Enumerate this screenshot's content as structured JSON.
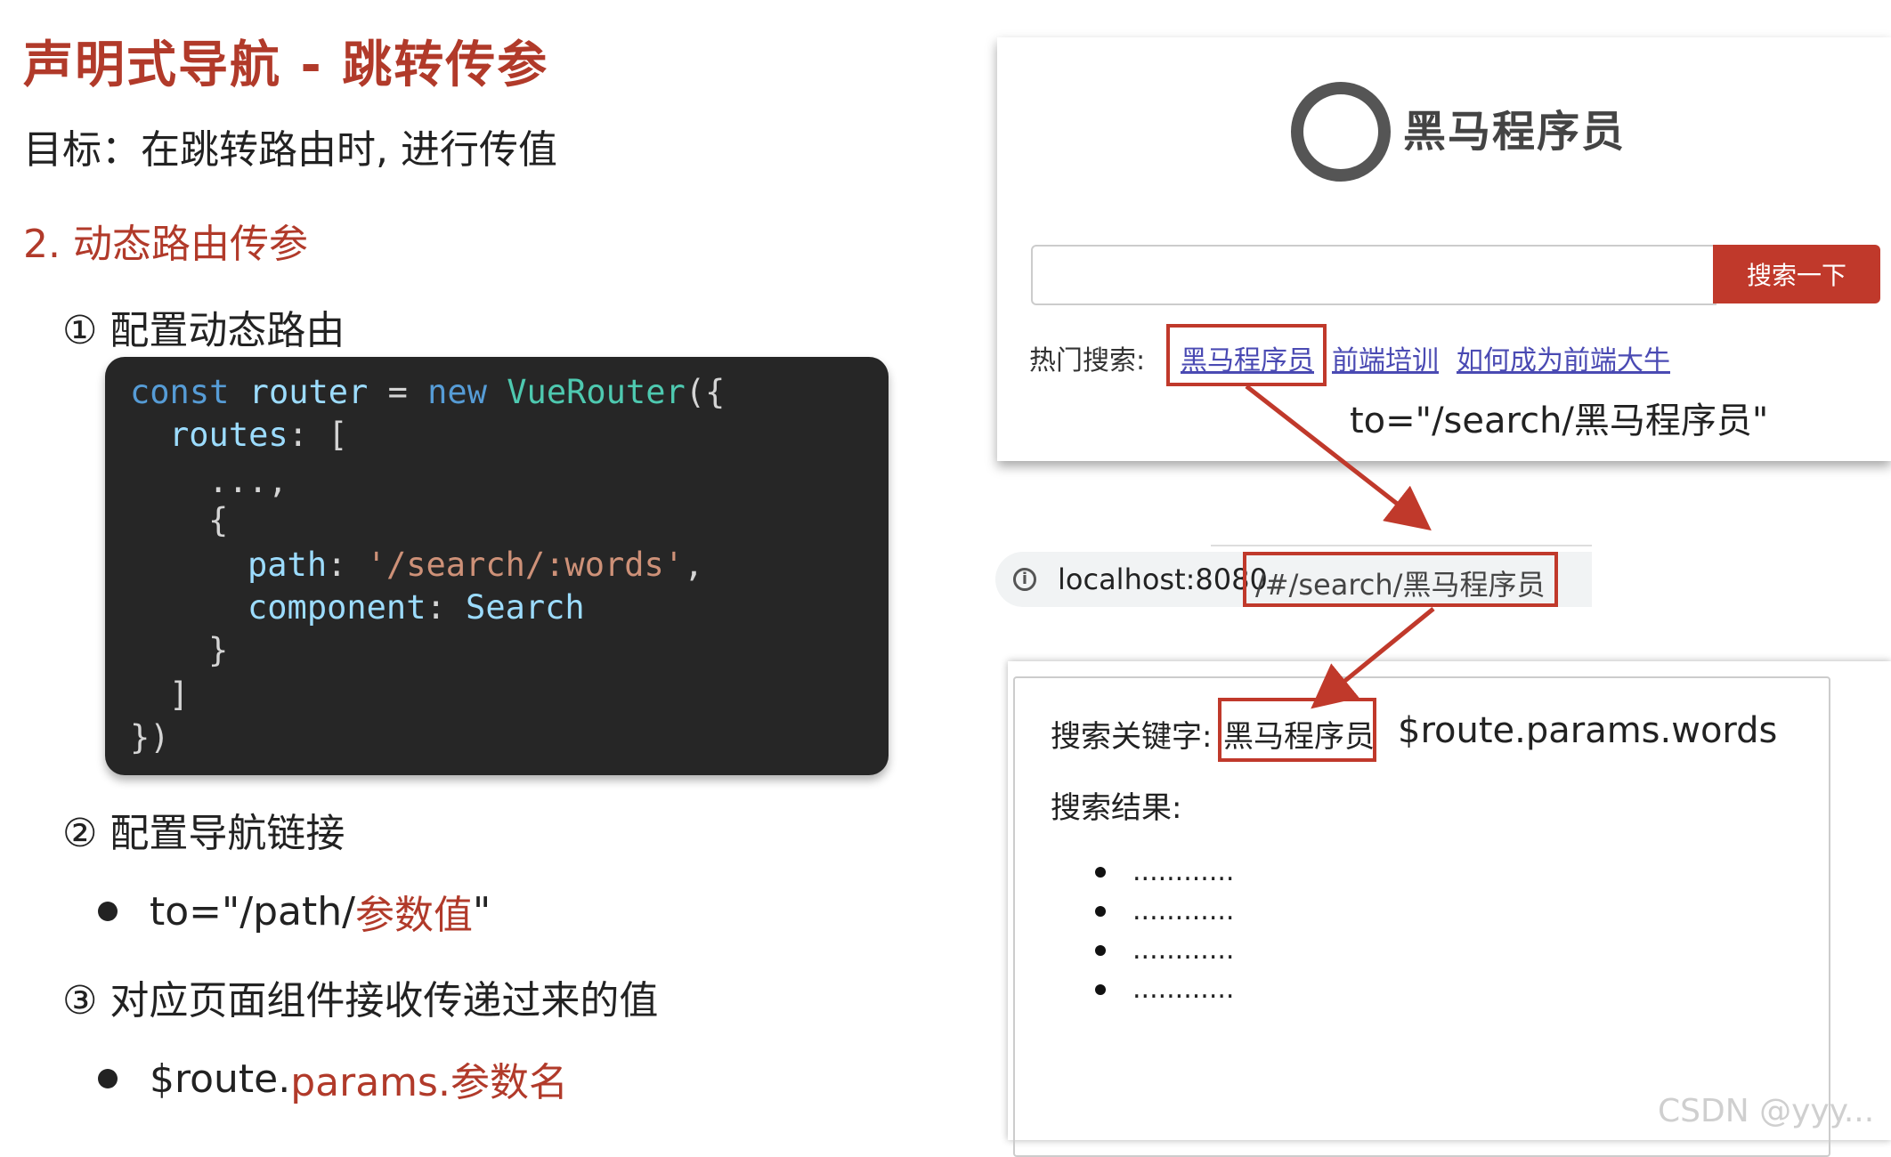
{
  "slide": {
    "title": "声明式导航 - 跳转传参",
    "goal": "目标：在跳转路由时, 进行传值",
    "section": "2.  动态路由传参",
    "step1": "① 配置动态路由",
    "step2": "② 配置导航链接",
    "step2_bullet_prefix": "to=\"/path/",
    "step2_bullet_red": "参数值",
    "step2_bullet_suffix": "\"",
    "step3": "③ 对应页面组件接收传递过来的值",
    "step3_bullet_prefix": "$route.",
    "step3_bullet_red": "params.参数名"
  },
  "code": {
    "l1_const": "const",
    "l1_var": "router",
    "l1_eq": " = ",
    "l1_new": "new",
    "l1_cls": "VueRouter",
    "l1_end": "({",
    "l2_prop": "routes",
    "l2_end": ": [",
    "l3": "...,",
    "l4": "{",
    "l5_prop": "path",
    "l5_colon": ": ",
    "l5_str": "'/search/:words'",
    "l5_end": ",",
    "l6_prop": "component",
    "l6_colon": ": ",
    "l6_val": "Search",
    "l7": "}",
    "l8": "]",
    "l9": "})"
  },
  "site": {
    "logo_text": "黑马程序员",
    "search_button": "搜索一下",
    "hot_label": "热门搜索:",
    "hot_links": [
      "黑马程序员",
      "前端培训",
      "如何成为前端大牛"
    ],
    "to_annotation": "to=\"/search/黑马程序员\""
  },
  "url": {
    "host": "localhost:8080",
    "path": "/#/search/黑马程序员"
  },
  "result_page": {
    "keyword_label": "搜索关键字:",
    "keyword_value": "黑马程序员",
    "params_annotation": "$route.params.words",
    "results_label": "搜索结果:",
    "items": [
      "............",
      "............",
      "............",
      "............"
    ]
  },
  "watermark": "CSDN @yyy...",
  "colors": {
    "accent": "#b13a2a",
    "button": "#c0392b",
    "link": "#4a4ab3",
    "code_bg": "#262626"
  }
}
